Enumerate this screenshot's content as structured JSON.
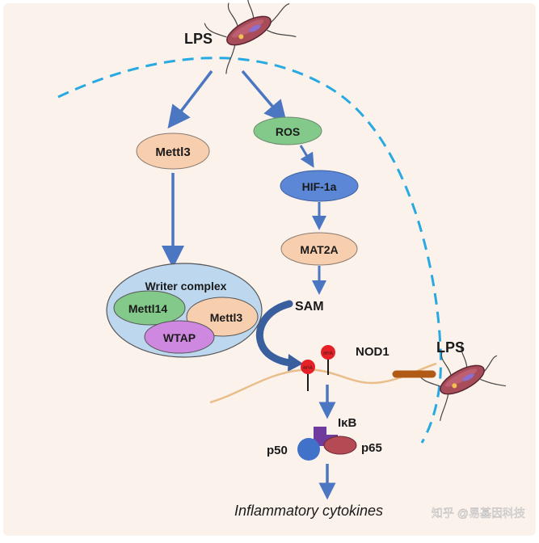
{
  "labels": {
    "lps_top": "LPS",
    "lps_right": "LPS",
    "mettl3": "Mettl3",
    "ros": "ROS",
    "hif": "HIF-1a",
    "mat2a": "MAT2A",
    "writer_complex": "Writer complex",
    "mettl14": "Mettl14",
    "mettl3_complex": "Mettl3",
    "wtap": "WTAP",
    "sam": "SAM",
    "m6a_mark": "m⁶A",
    "nod1": "NOD1",
    "ikb": "IκB",
    "p50": "p50",
    "p65": "p65",
    "cytokines": "Inflammatory cytokines"
  },
  "watermark": "知乎 @易基因科技",
  "colors": {
    "background": "#fbf2ec",
    "membrane": "#27a9e1",
    "arrow": "#4a76c2",
    "peach": "#f8cfae",
    "green": "#82c98a",
    "blue_node": "#5b87d6",
    "purple": "#cf88e0",
    "complex_fill": "#bdd7ef",
    "mrna": "#e9be8a",
    "m6a": "#e52026",
    "nod1": "#b05a16",
    "ikb": "#6f3b9f",
    "p65": "#b54954",
    "p50": "#3f72c8"
  }
}
